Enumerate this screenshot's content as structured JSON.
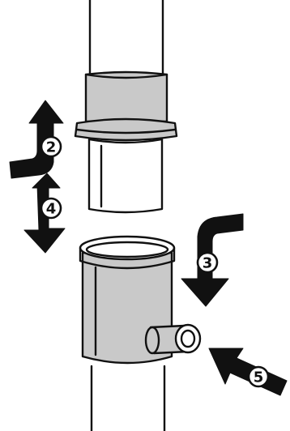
{
  "steps": {
    "step_2": "2",
    "step_3": "3",
    "step_4": "4",
    "step_5": "5"
  },
  "colors": {
    "line": "#111111",
    "fill_grey": "#c9c9c9",
    "background": "#ffffff"
  }
}
